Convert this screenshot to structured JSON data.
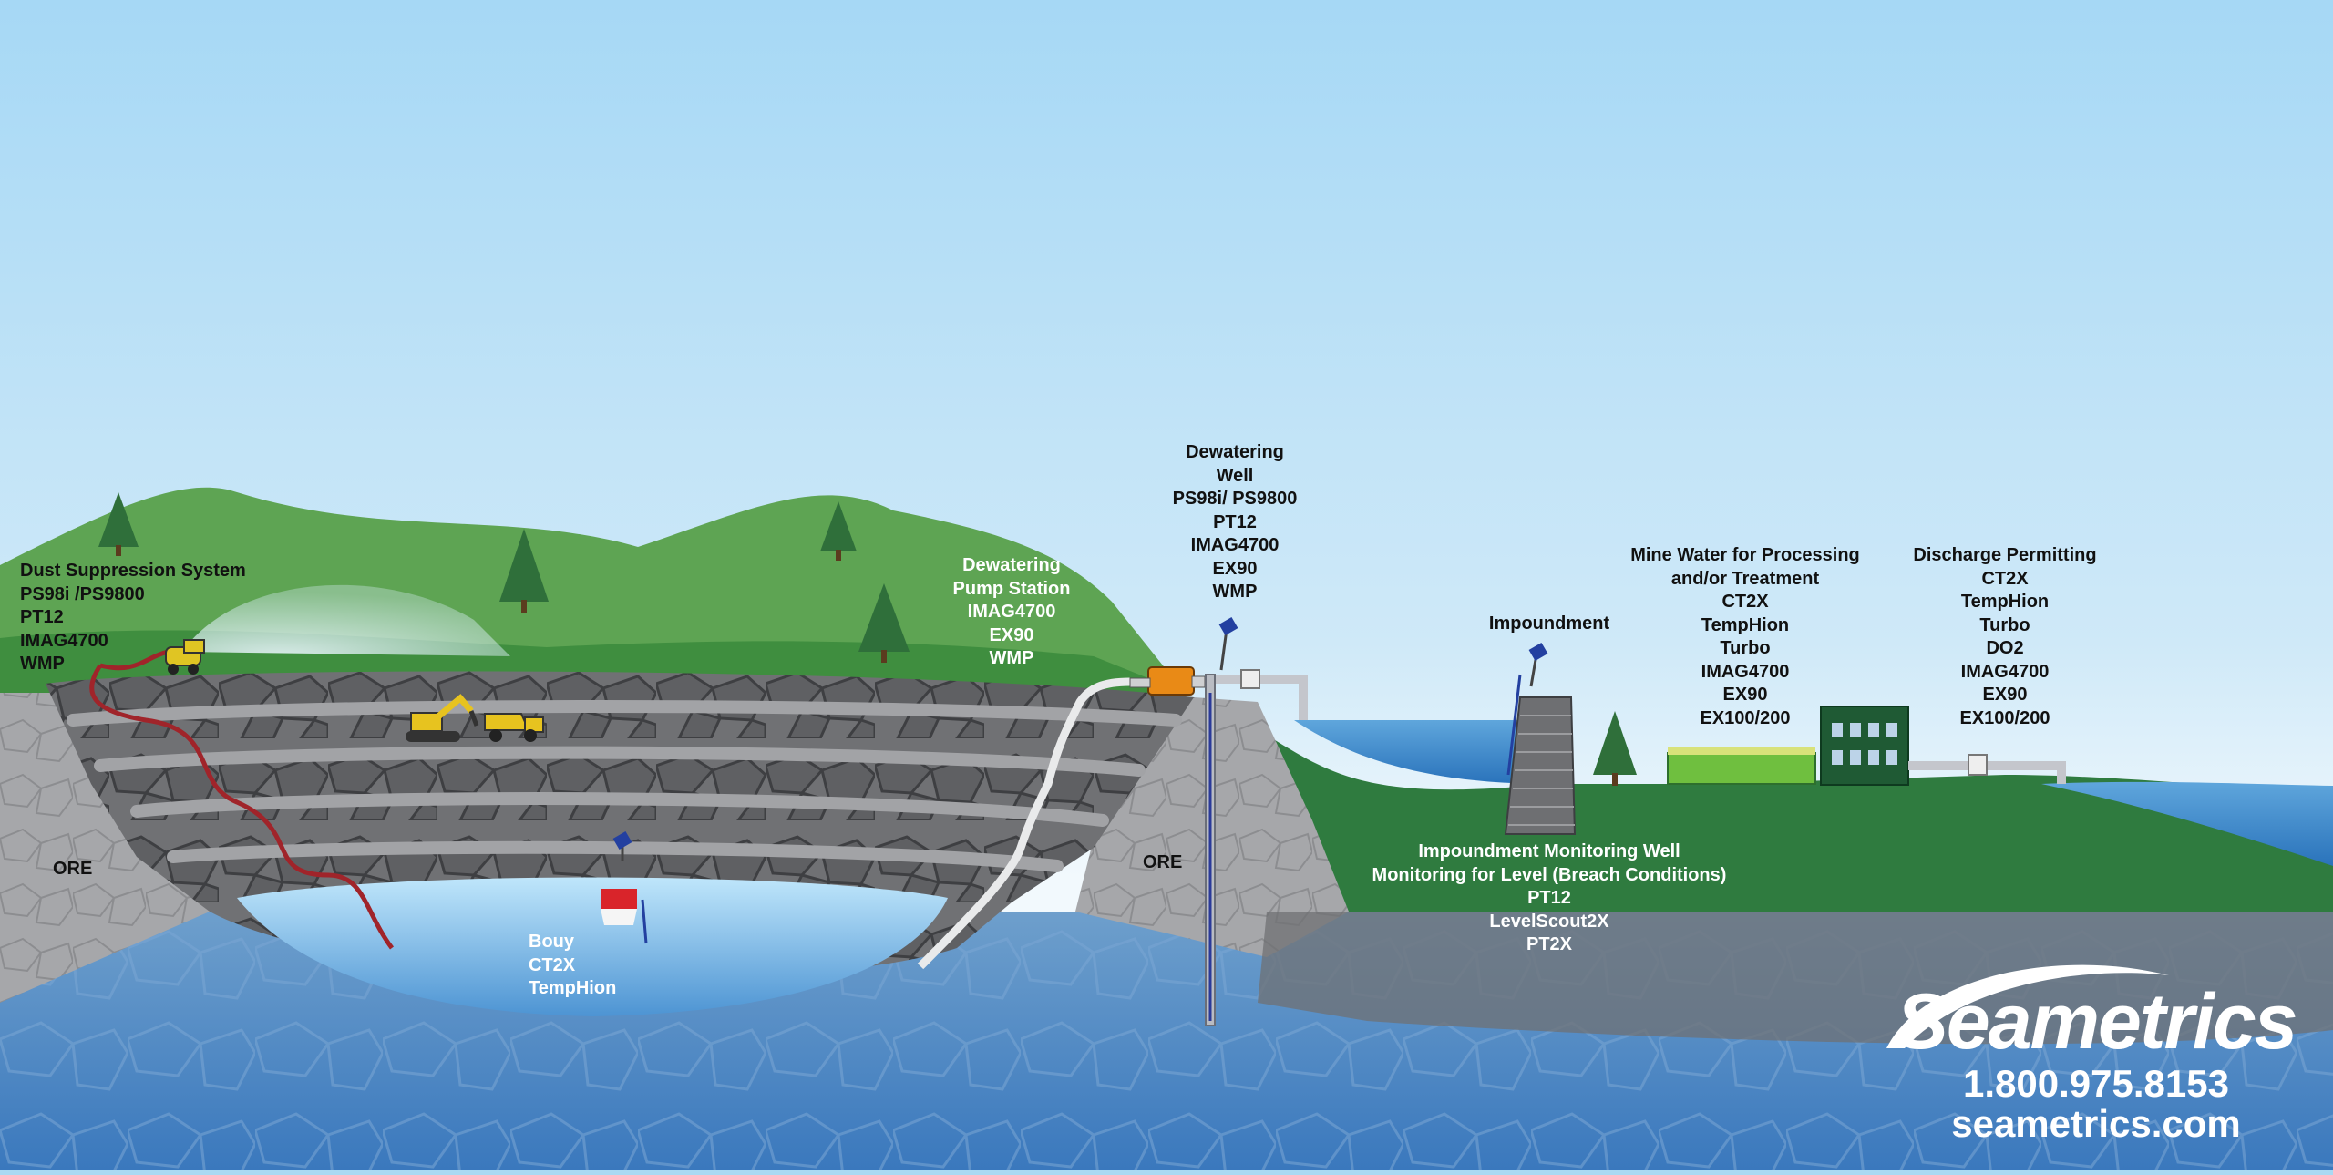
{
  "labels": {
    "dust_suppression": [
      "Dust Suppression System",
      "PS98i /PS9800",
      "PT12",
      "IMAG4700",
      "WMP"
    ],
    "dewatering_pump_station": [
      "Dewatering",
      "Pump Station",
      "IMAG4700",
      "EX90",
      "WMP"
    ],
    "dewatering_well": [
      "Dewatering",
      "Well",
      "PS98i/ PS9800",
      "PT12",
      "IMAG4700",
      "EX90",
      "WMP"
    ],
    "impoundment": [
      "Impoundment"
    ],
    "mine_water": [
      "Mine Water for Processing",
      "and/or Treatment",
      "CT2X",
      "TempHion",
      "Turbo",
      "IMAG4700",
      "EX90",
      "EX100/200"
    ],
    "discharge_permitting": [
      "Discharge Permitting",
      "CT2X",
      "TempHion",
      "Turbo",
      "DO2",
      "IMAG4700",
      "EX90",
      "EX100/200"
    ],
    "impoundment_well": [
      "Impoundment Monitoring Well",
      "Monitoring for Level (Breach Conditions)",
      "PT12",
      "LevelScout2X",
      "PT2X"
    ],
    "bouy": [
      "Bouy",
      "CT2X",
      "TempHion"
    ],
    "ore_left": "ORE",
    "ore_right": "ORE"
  },
  "brand": {
    "name": "Seametrics",
    "phone": "1.800.975.8153",
    "website": "seametrics.com"
  },
  "icons": [
    "tree-icon",
    "excavator-icon",
    "dump-truck-icon",
    "pump-icon",
    "sensor-icon",
    "buoy-icon",
    "building-icon"
  ],
  "colors": {
    "sky_top": "#a6d8f5",
    "sky_bottom": "#f2f9fd",
    "grass": "#2f7b3f",
    "hills": "#54a04e",
    "rock": "#6b6c6e",
    "groundwater": "#3f7fc4",
    "pit_water": "#7cc6ee",
    "lake": "#2f7fc4"
  }
}
